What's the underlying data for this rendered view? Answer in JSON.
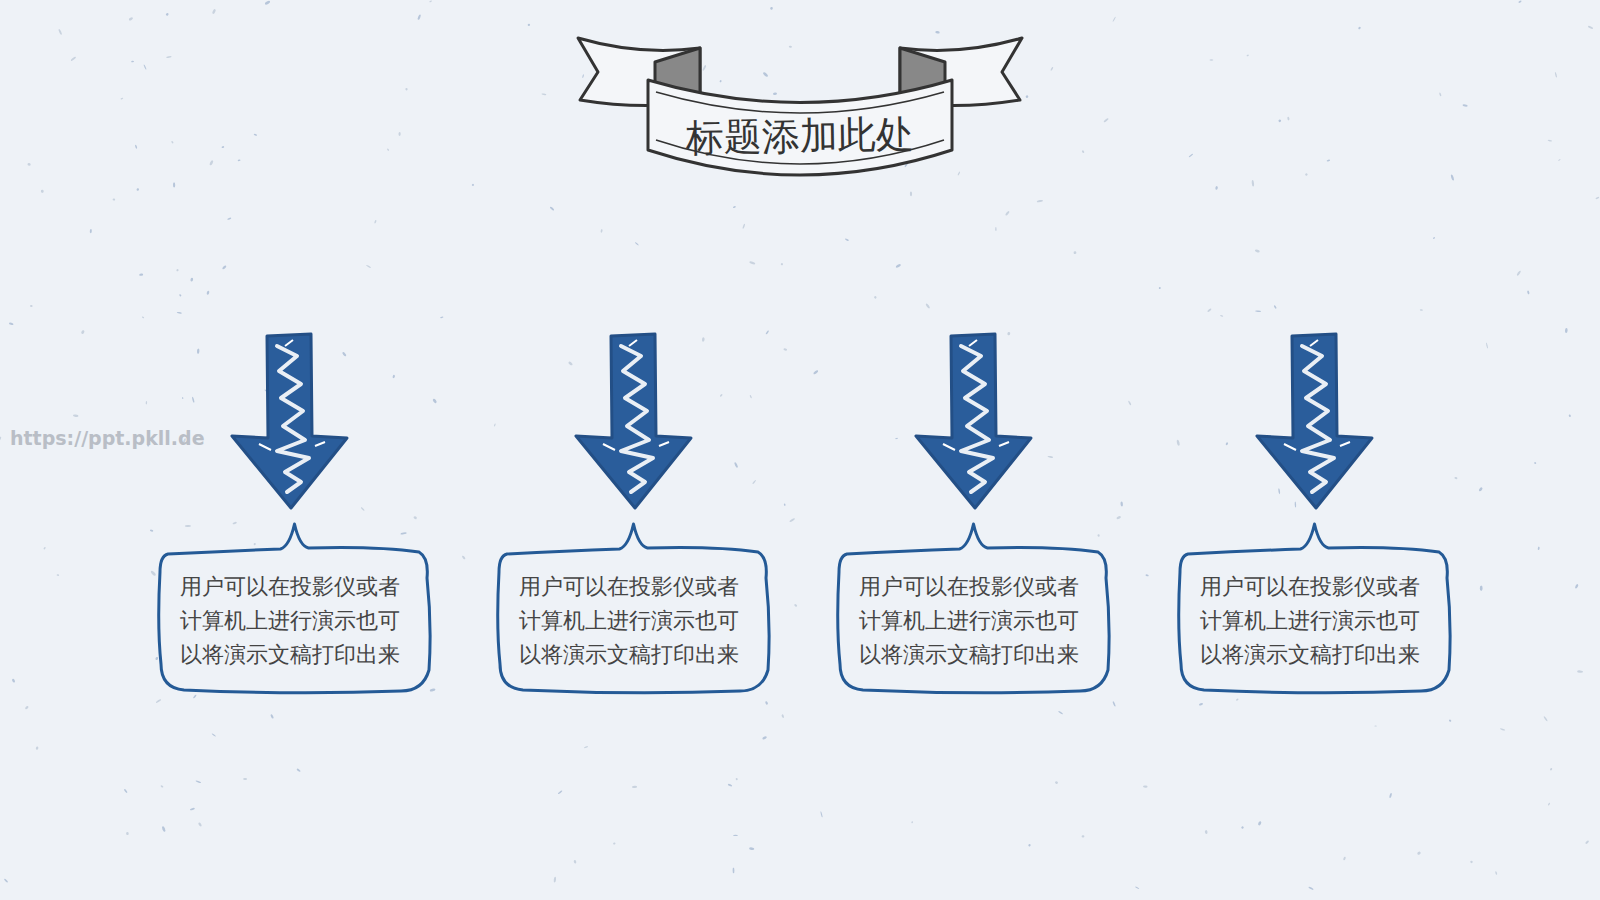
{
  "diagram": {
    "title": "标题添加此处",
    "nodes": [
      {
        "text": [
          "用户可以在投影仪或者 计算机上进行演示也可 以将演示文稿打印出来"
        ]
      },
      {
        "text": [
          "用户可以在投影仪或者 计算机上进行演示也可 以将演示文稿打印出来"
        ]
      },
      {
        "text": [
          "用户可以在投影仪或者 计算机上进行演示也可 以将演示文稿打印出来"
        ]
      },
      {
        "text": [
          "用户可以在投影仪或者 计算机上进行演示也可 以将演示文稿打印出来"
        ]
      }
    ],
    "labels": [
      "https://ppt.pkll.de"
    ]
  }
}
